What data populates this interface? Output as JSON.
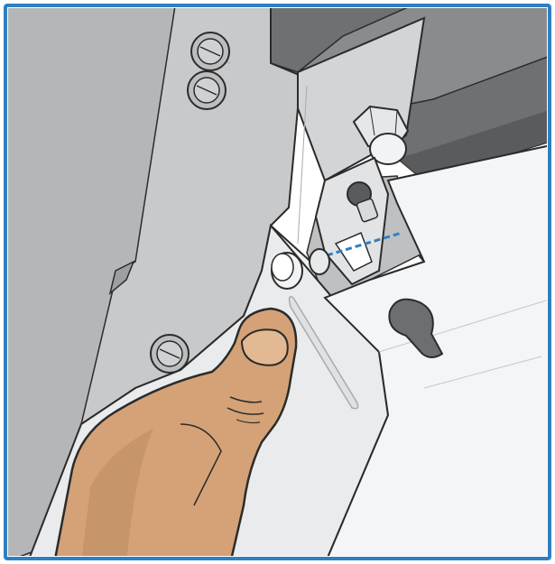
{
  "figure": {
    "kind": "assembly-illustration",
    "frame_color": "#2f7fc1",
    "colors": {
      "bracket_metal": "#c8c9cb",
      "bracket_shadow": "#a9aaac",
      "dark_housing": "#6f7072",
      "white_panel": "#eef0f1",
      "skin": "#d4a276",
      "skin_shadow": "#b8865d",
      "outline": "#2b2b2b",
      "guide_line": "#2f7fc1"
    },
    "parts": [
      {
        "name": "upright-bracket",
        "icon": "metal-bracket"
      },
      {
        "name": "cap-nut",
        "icon": "hex-cap-nut"
      },
      {
        "name": "clip-bracket",
        "icon": "spring-clip"
      },
      {
        "name": "white-panel",
        "icon": "panel"
      },
      {
        "name": "panel-pin",
        "icon": "round-pin"
      },
      {
        "name": "keyhole-slot",
        "icon": "keyhole"
      },
      {
        "name": "hand",
        "icon": "hand-pushing"
      }
    ]
  }
}
